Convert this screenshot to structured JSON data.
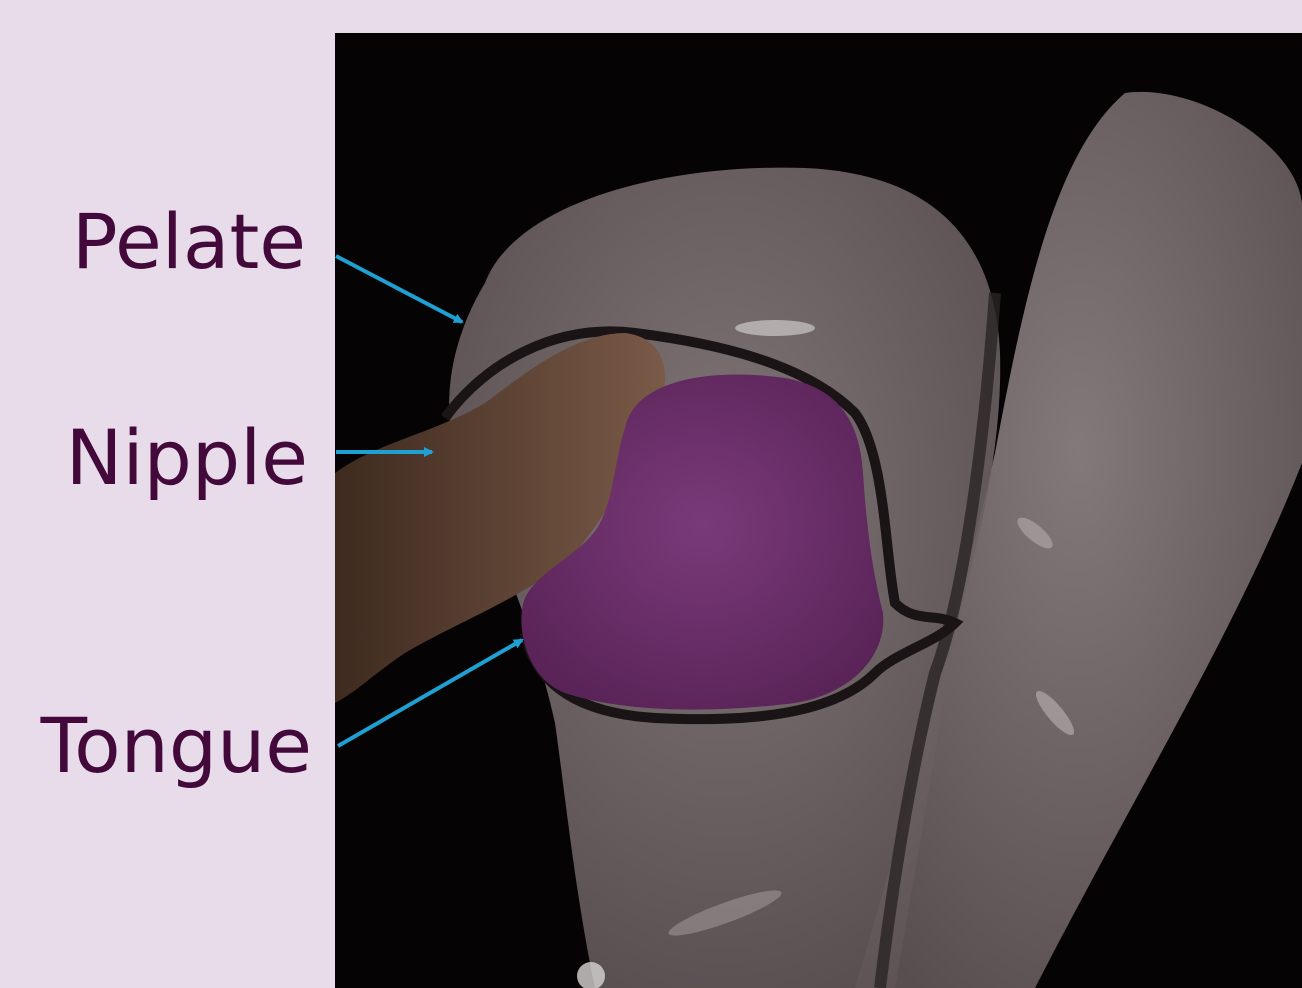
{
  "labels": {
    "pelate": "Pelate",
    "nipple": "Nipple",
    "tongue": "Tongue"
  },
  "colors": {
    "background": "#e8dcea",
    "label_text": "#42093a",
    "arrow": "#1ea0d2",
    "scan_background": "#050303",
    "tissue": "#6b5f5f",
    "nipple": "#5a3e2e",
    "tongue": "#6a2e6a"
  }
}
